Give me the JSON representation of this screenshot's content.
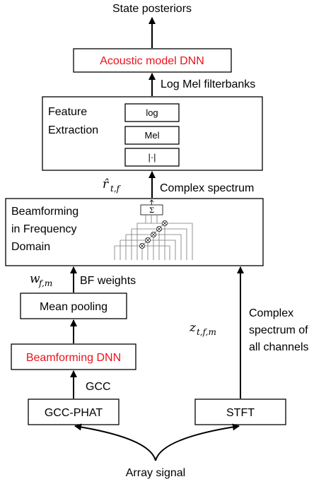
{
  "colors": {
    "highlight": "#e8141b",
    "line": "#000000"
  },
  "labels": {
    "state_posteriors": "State posteriors",
    "acoustic_model": "Acoustic model DNN",
    "log_mel_fb": "Log Mel filterbanks",
    "feature_extraction_line1": "Feature",
    "feature_extraction_line2": "Extraction",
    "log": "log",
    "mel": "Mel",
    "abs": "|·|",
    "r_hat_sym": "r̂",
    "r_hat_sub": "t,f",
    "complex_spectrum": "Complex spectrum",
    "bf_line1": "Beamforming",
    "bf_line2": "in Frequency",
    "bf_line3": "Domain",
    "sigma": "Σ",
    "w_sym": "w",
    "w_sub": "f,m",
    "bf_weights": "BF weights",
    "mean_pooling": "Mean pooling",
    "beamforming_dnn": "Beamforming DNN",
    "gcc": "GCC",
    "gcc_phat": "GCC-PHAT",
    "stft": "STFT",
    "z_sym": "z",
    "z_sub": "t,f,m",
    "complex_channels_line1": "Complex",
    "complex_channels_line2": "spectrum of",
    "complex_channels_line3": "all channels",
    "array_signal": "Array signal"
  }
}
